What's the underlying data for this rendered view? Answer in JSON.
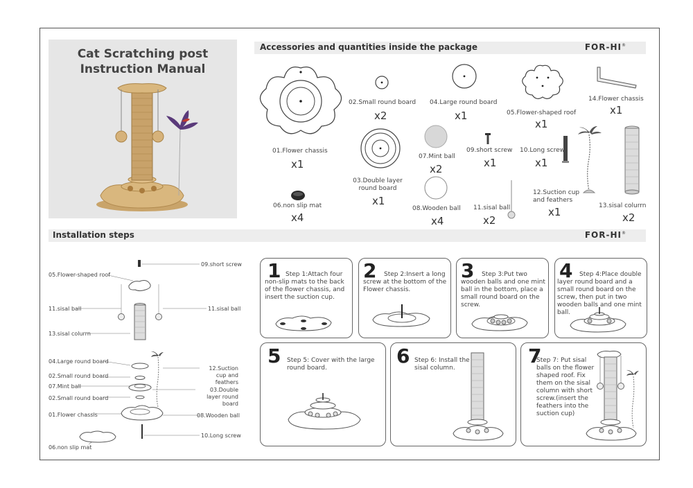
{
  "manual": {
    "title_line1": "Cat Scratching post",
    "title_line2": "Instruction Manual",
    "brand": "FOR-HI",
    "brand_mark": "®"
  },
  "accessories": {
    "heading": "Accessories and quantities inside the package",
    "items": [
      {
        "label": "01.Flower chassis",
        "qty": "x1"
      },
      {
        "label": "02.Small round board",
        "qty": "x2"
      },
      {
        "label": "03.Double layer round board",
        "qty": "x1"
      },
      {
        "label": "04.Large round board",
        "qty": "x1"
      },
      {
        "label": "05.Flower-shaped roof",
        "qty": "x1"
      },
      {
        "label": "06.non slip mat",
        "qty": "x4"
      },
      {
        "label": "07.Mint ball",
        "qty": "x2"
      },
      {
        "label": "08.Wooden ball",
        "qty": "x4"
      },
      {
        "label": "09.short screw",
        "qty": "x1"
      },
      {
        "label": "10.Long screw",
        "qty": "x1"
      },
      {
        "label": "11.sisal ball",
        "qty": "x2"
      },
      {
        "label": "12.Suction cup and feathers",
        "qty": "x1"
      },
      {
        "label": "13.sisal colurrn",
        "qty": "x2"
      },
      {
        "label": "14.Flower chassis",
        "qty": "x1"
      }
    ]
  },
  "installation": {
    "heading": "Installation steps",
    "exploded_left": [
      "05.Flower-shaped roof",
      "11.sisal ball",
      "13.sisal colurrn",
      "04.Large round board",
      "02.Small round board",
      "07.Mint ball",
      "02.Small round board",
      "01.Flower chassis",
      "06.non slip mat"
    ],
    "exploded_right": [
      "09.short screw",
      "11.sisal ball",
      "12.Suction cup and feathers",
      "03.Double layer round board",
      "08.Wooden ball",
      "10.Long screw"
    ],
    "steps": [
      {
        "num": "1",
        "text": "Step 1:Attach four non-slip mats to the back of the flower chassis, and insert the suction cup."
      },
      {
        "num": "2",
        "text": "Step 2:Insert a long screw at the bottom of the Flower chassis."
      },
      {
        "num": "3",
        "text": "Step 3:Put two wooden balls and one mint ball in the bottom, place a small round board on the screw."
      },
      {
        "num": "4",
        "text": "Step 4:Place double layer round board and a small round board on the screw, then put in two wooden balls and one mint ball."
      },
      {
        "num": "5",
        "text": "Step 5: Cover with the large round board."
      },
      {
        "num": "6",
        "text": "Step 6: Install the sisal column."
      },
      {
        "num": "7",
        "text": "Step 7: Put sisal balls on the flower shaped roof. Fix them on the sisal column with short screw.(insert the feathers into the suction cup)"
      }
    ]
  }
}
